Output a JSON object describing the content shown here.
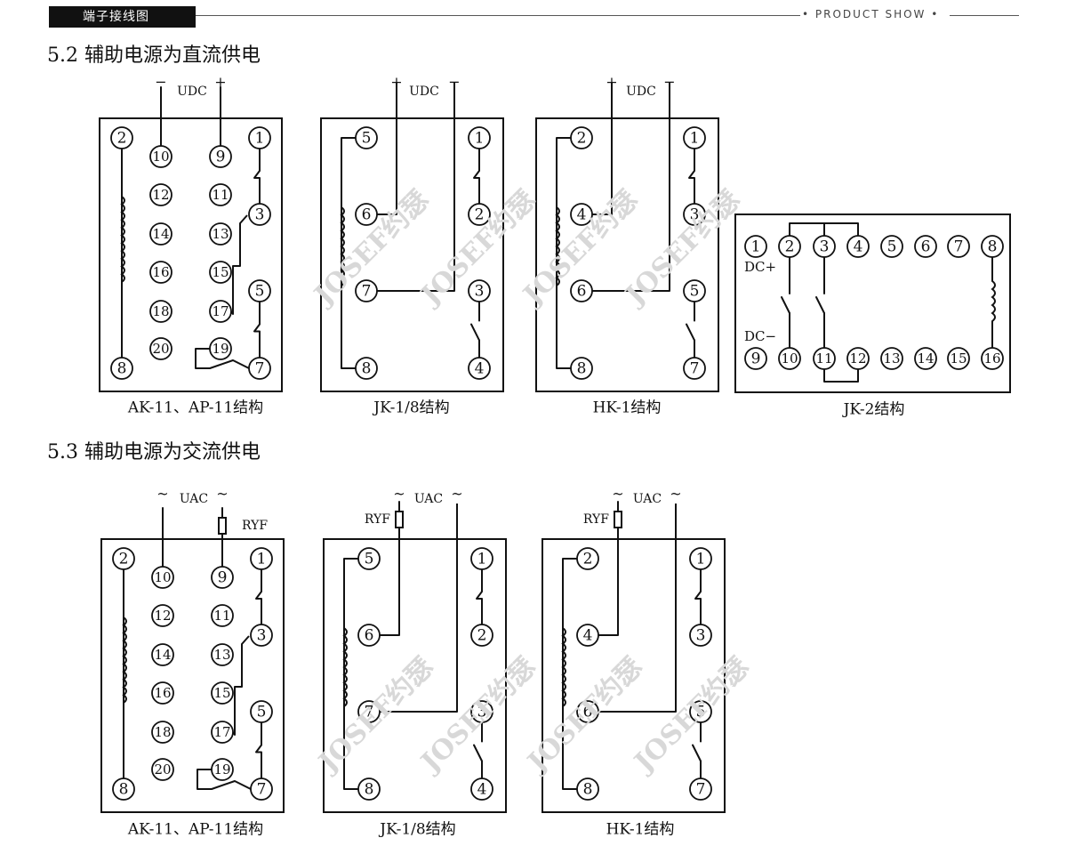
{
  "header": {
    "tag": "端子接线图",
    "product_show": "• PRODUCT SHOW •"
  },
  "sections": [
    {
      "title": "5.2 辅助电源为直流供电"
    },
    {
      "title": "5.3 辅助电源为交流供电"
    }
  ],
  "watermark": "JOSEF约瑟",
  "labels": {
    "udc": "UDC",
    "uac": "UAC",
    "ryf": "RYF",
    "plus": "+",
    "minus": "−",
    "tilde": "~",
    "dc_plus": "DC+",
    "dc_minus": "DC−"
  },
  "captions": {
    "ak11": "AK-11、AP-11结构",
    "jk18": "JK-1/8结构",
    "hk1": "HK-1结构",
    "jk2": "JK-2结构"
  },
  "terminals": {
    "ak11": [
      "2",
      "10",
      "9",
      "1",
      "12",
      "11",
      "3",
      "14",
      "13",
      "16",
      "15",
      "5",
      "18",
      "17",
      "20",
      "19",
      "8",
      "7"
    ],
    "jk18": [
      "5",
      "1",
      "6",
      "2",
      "7",
      "3",
      "8",
      "4"
    ],
    "hk1": [
      "2",
      "1",
      "4",
      "3",
      "6",
      "5",
      "8",
      "7"
    ],
    "jk2": [
      "1",
      "2",
      "3",
      "4",
      "5",
      "6",
      "7",
      "8",
      "9",
      "10",
      "11",
      "12",
      "13",
      "14",
      "15",
      "16"
    ]
  }
}
